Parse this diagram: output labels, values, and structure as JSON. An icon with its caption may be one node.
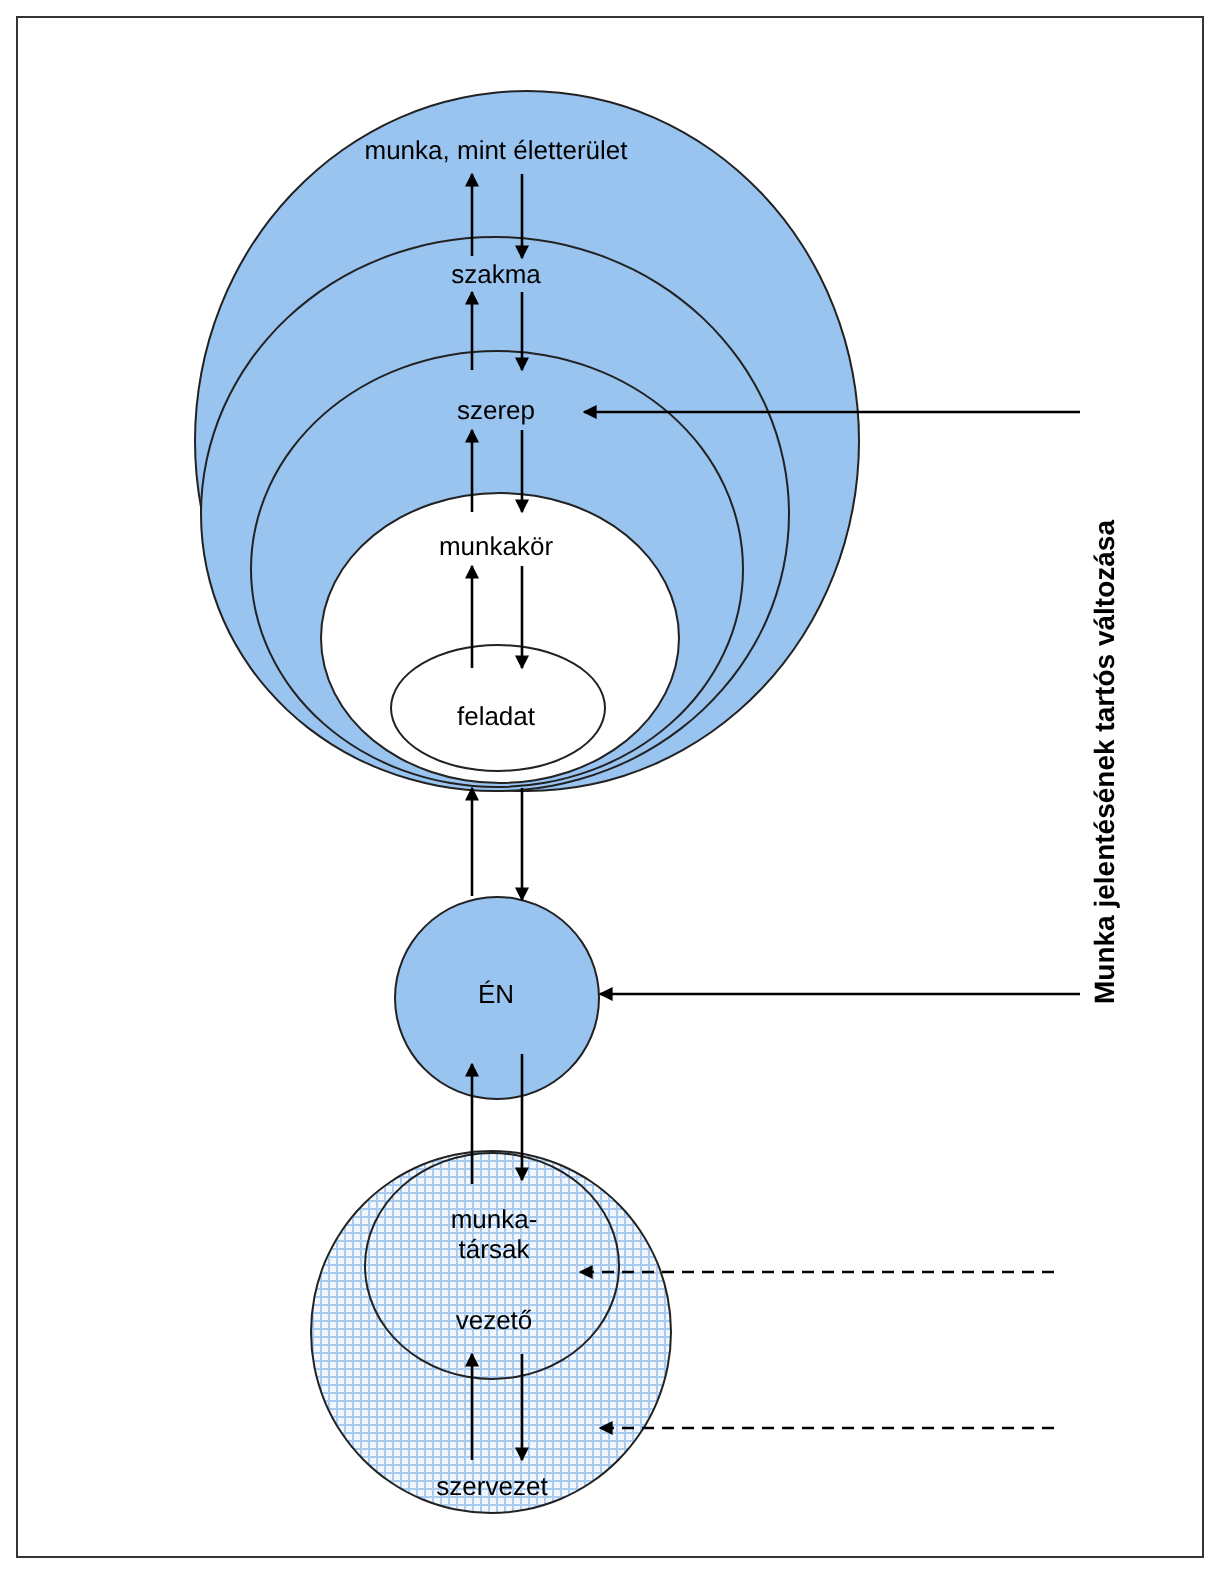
{
  "diagram": {
    "nodes": [
      {
        "text": [
          "munka, mint életterület"
        ]
      },
      {
        "text": [
          "szakma"
        ],
        "in": 0
      },
      {
        "text": [
          "szerep"
        ],
        "in": 1
      },
      {
        "text": [
          "munkakör"
        ],
        "in": 2
      },
      {
        "text": [
          "feladat"
        ],
        "in": 3
      },
      {
        "text": [
          "ÉN"
        ]
      },
      {
        "text": [
          "szervezet"
        ]
      },
      {
        "text": [
          "munka- társak",
          "vezető"
        ],
        "in": 6
      },
      {
        "text": [
          "Munka jelentésének tartós változása"
        ]
      }
    ],
    "edges": [
      {
        "from": 1,
        "to": 0,
        "arrow": "to"
      },
      {
        "from": 0,
        "to": 1,
        "arrow": "to"
      },
      {
        "from": 2,
        "to": 1,
        "arrow": "to"
      },
      {
        "from": 1,
        "to": 2,
        "arrow": "to"
      },
      {
        "from": 3,
        "to": 2,
        "arrow": "to"
      },
      {
        "from": 2,
        "to": 3,
        "arrow": "to"
      },
      {
        "from": 4,
        "to": 3,
        "arrow": "to"
      },
      {
        "from": 3,
        "to": 4,
        "arrow": "to"
      },
      {
        "from": 5,
        "to": 0,
        "arrow": "to"
      },
      {
        "from": 0,
        "to": 5,
        "arrow": "to"
      },
      {
        "from": 7,
        "to": 5,
        "arrow": "to"
      },
      {
        "from": 5,
        "to": 7,
        "arrow": "to"
      },
      {
        "from": 6,
        "to": 7,
        "arrow": "to"
      },
      {
        "from": 7,
        "to": 6,
        "arrow": "to"
      },
      {
        "from": 8,
        "to": 2,
        "arrow": "to"
      },
      {
        "from": 8,
        "to": 5,
        "arrow": "to"
      },
      {
        "from": null,
        "to": 7,
        "arrow": "to",
        "style": "dashed"
      },
      {
        "from": null,
        "to": 6,
        "arrow": "to",
        "style": "dashed"
      }
    ]
  }
}
